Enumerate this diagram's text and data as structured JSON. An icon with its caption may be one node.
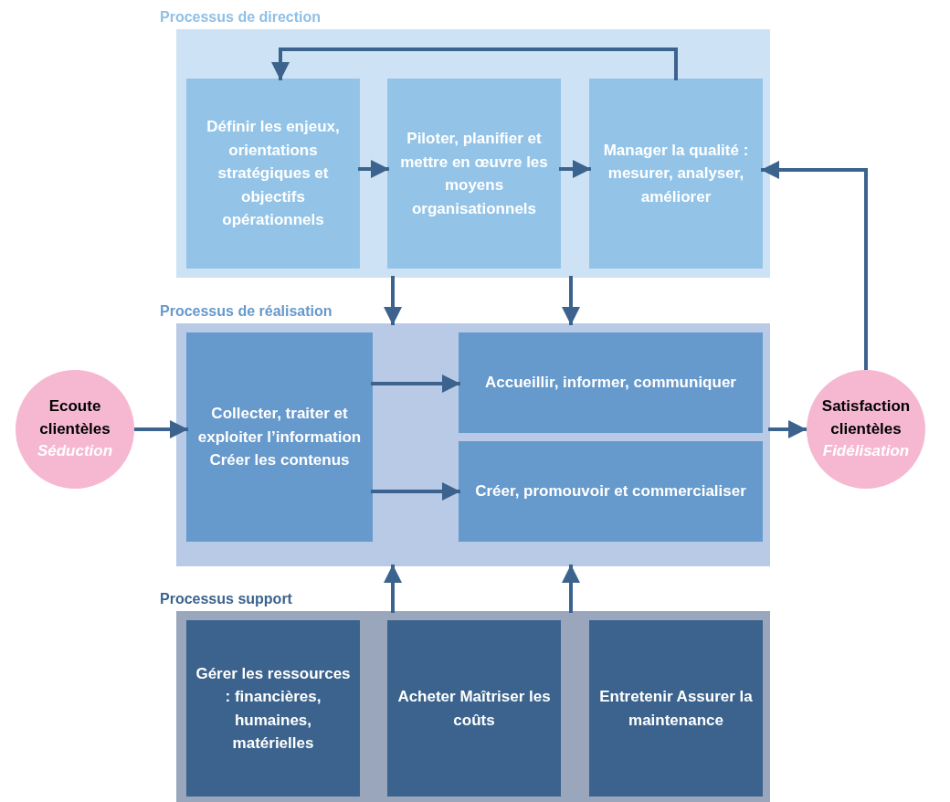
{
  "diagram": {
    "nodes": [
      {
        "text": [
          "Processus de direction"
        ]
      },
      {
        "text": [
          "Définir les enjeux, orientations stratégiques et objectifs opérationnels"
        ],
        "in": 0
      },
      {
        "text": [
          "Piloter, planifier et mettre en œuvre les moyens organisationnels"
        ],
        "in": 0
      },
      {
        "text": [
          "Manager la qualité : mesurer, analyser, améliorer"
        ],
        "in": 0
      },
      {
        "text": [
          "Processus de réalisation"
        ]
      },
      {
        "text": [
          "Collecter, traiter et exploiter l’information Créer les contenus"
        ],
        "in": 4
      },
      {
        "text": [
          "Accueillir, informer, communiquer"
        ],
        "in": 4
      },
      {
        "text": [
          "Créer, promouvoir et commercialiser"
        ],
        "in": 4
      },
      {
        "text": [
          "Processus support"
        ]
      },
      {
        "text": [
          "Gérer les ressources : financières, humaines, matérielles"
        ],
        "in": 8
      },
      {
        "text": [
          "Acheter Maîtriser les coûts"
        ],
        "in": 8
      },
      {
        "text": [
          "Entretenir Assurer la maintenance"
        ],
        "in": 8
      },
      {
        "text": [
          "Ecoute clientèles",
          "Séduction"
        ]
      },
      {
        "text": [
          "Satisfaction clientèles",
          "Fidélisation"
        ]
      }
    ],
    "edges": [
      {
        "from": 1,
        "to": 2,
        "arrow": "to"
      },
      {
        "from": 2,
        "to": 3,
        "arrow": "to"
      },
      {
        "from": 3,
        "to": 1,
        "arrow": "to"
      },
      {
        "from": 0,
        "to": 4,
        "arrow": "to"
      },
      {
        "from": 0,
        "to": 4,
        "arrow": "to"
      },
      {
        "from": 12,
        "to": 5,
        "arrow": "to"
      },
      {
        "from": 5,
        "to": 6,
        "arrow": "to"
      },
      {
        "from": 5,
        "to": 7,
        "arrow": "to"
      },
      {
        "from": 4,
        "to": 13,
        "arrow": "to"
      },
      {
        "from": 13,
        "to": 3,
        "arrow": "to"
      },
      {
        "from": 8,
        "to": 4,
        "arrow": "to"
      },
      {
        "from": 8,
        "to": 4,
        "arrow": "to"
      }
    ]
  }
}
